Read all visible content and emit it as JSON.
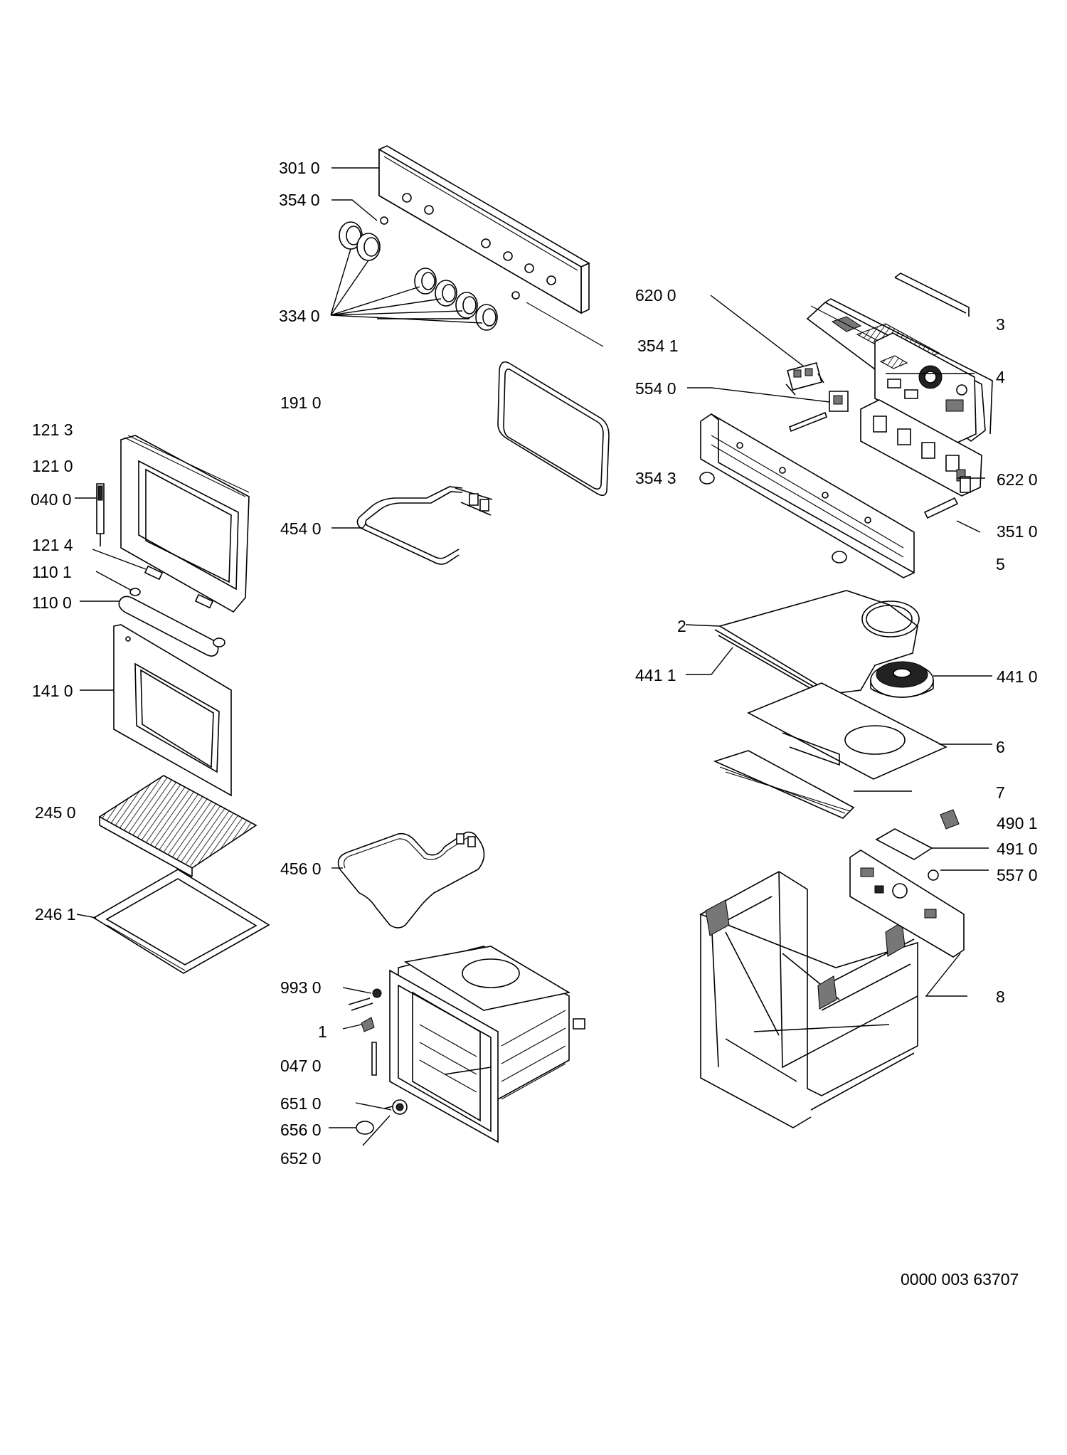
{
  "labels": [
    {
      "id": "l3010",
      "text": "301 0"
    },
    {
      "id": "l3540",
      "text": "354 0"
    },
    {
      "id": "l3340",
      "text": "334 0"
    },
    {
      "id": "l6200",
      "text": "620 0"
    },
    {
      "id": "l3541",
      "text": "354 1"
    },
    {
      "id": "l5540",
      "text": "554 0"
    },
    {
      "id": "l1910",
      "text": "191 0"
    },
    {
      "id": "l3543",
      "text": "354 3"
    },
    {
      "id": "l6220",
      "text": "622 0"
    },
    {
      "id": "l3510",
      "text": "351 0"
    },
    {
      "id": "l1213",
      "text": "121 3"
    },
    {
      "id": "l1210",
      "text": "121 0"
    },
    {
      "id": "l0400",
      "text": "040 0"
    },
    {
      "id": "l4540",
      "text": "454 0"
    },
    {
      "id": "l1214",
      "text": "121 4"
    },
    {
      "id": "l1101",
      "text": "110 1"
    },
    {
      "id": "l1100",
      "text": "110 0"
    },
    {
      "id": "l1410",
      "text": "141 0"
    },
    {
      "id": "l4411",
      "text": "441 1"
    },
    {
      "id": "l4410",
      "text": "441 0"
    },
    {
      "id": "l2450",
      "text": "245 0"
    },
    {
      "id": "l4901",
      "text": "490 1"
    },
    {
      "id": "l4910",
      "text": "491 0"
    },
    {
      "id": "l4560",
      "text": "456 0"
    },
    {
      "id": "l5570",
      "text": "557 0"
    },
    {
      "id": "l2461",
      "text": "246 1"
    },
    {
      "id": "l9930",
      "text": "993 0"
    },
    {
      "id": "l1",
      "text": "1"
    },
    {
      "id": "l0470",
      "text": "047 0"
    },
    {
      "id": "l6510",
      "text": "651 0"
    },
    {
      "id": "l6560",
      "text": "656 0"
    },
    {
      "id": "l6520",
      "text": "652 0"
    },
    {
      "id": "l2",
      "text": "2"
    },
    {
      "id": "l3",
      "text": "3"
    },
    {
      "id": "l4",
      "text": "4"
    },
    {
      "id": "l5",
      "text": "5"
    },
    {
      "id": "l6",
      "text": "6"
    },
    {
      "id": "l7",
      "text": "7"
    },
    {
      "id": "l8",
      "text": "8"
    }
  ],
  "reference_number": "0000 003 63707"
}
